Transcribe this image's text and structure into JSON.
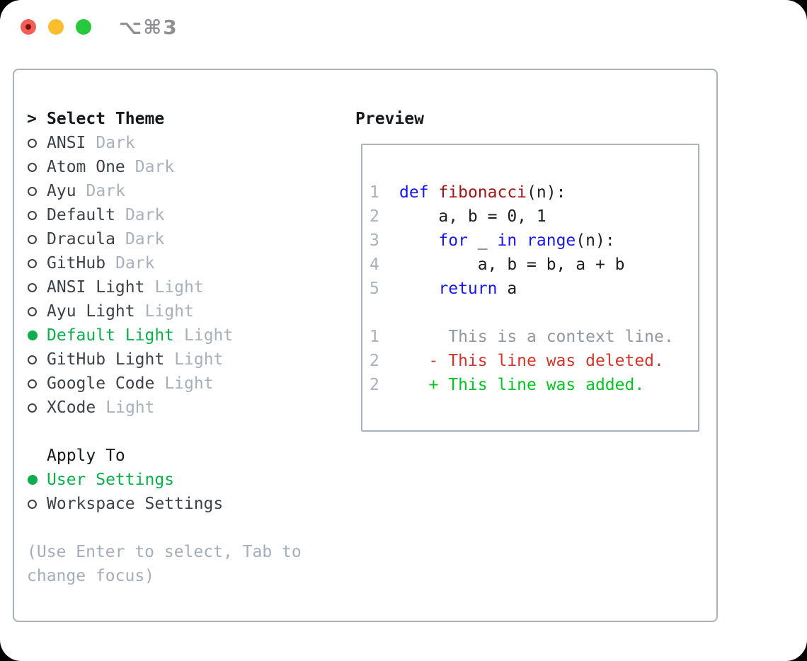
{
  "window": {
    "title": "⌥⌘3",
    "traffic_lights": [
      "close",
      "minimize",
      "zoom"
    ]
  },
  "colors": {
    "border": "#a9b2bc",
    "header-text": "#15181c",
    "item-text": "#3c4249",
    "muted": "#a7b0bb",
    "hint": "#a4adb8",
    "selected-green": "#0cae4c",
    "kw": "#1717f0",
    "fn": "#a31515",
    "code": "#1a1c20",
    "context": "#8f98a2",
    "deleted": "#d1352b",
    "added": "#05c423",
    "light-red": "#f05f57",
    "light-red-dot": "#820b05",
    "light-yellow": "#f9bd2d",
    "light-green": "#28c83e",
    "title-gray": "#8e9094"
  },
  "theme_selector": {
    "header_marker": ">",
    "header_label": "Select Theme",
    "items": [
      {
        "name": "ANSI",
        "variant": "Dark",
        "selected": false
      },
      {
        "name": "Atom One",
        "variant": "Dark",
        "selected": false
      },
      {
        "name": "Ayu",
        "variant": "Dark",
        "selected": false
      },
      {
        "name": "Default",
        "variant": "Dark",
        "selected": false
      },
      {
        "name": "Dracula",
        "variant": "Dark",
        "selected": false
      },
      {
        "name": "GitHub",
        "variant": "Dark",
        "selected": false
      },
      {
        "name": "ANSI Light",
        "variant": "Light",
        "selected": false
      },
      {
        "name": "Ayu Light",
        "variant": "Light",
        "selected": false
      },
      {
        "name": "Default Light",
        "variant": "Light",
        "selected": true
      },
      {
        "name": "GitHub Light",
        "variant": "Light",
        "selected": false
      },
      {
        "name": "Google Code",
        "variant": "Light",
        "selected": false
      },
      {
        "name": "XCode",
        "variant": "Light",
        "selected": false
      }
    ],
    "apply_to": {
      "label": "Apply To",
      "options": [
        {
          "name": "User Settings",
          "selected": true
        },
        {
          "name": "Workspace Settings",
          "selected": false
        }
      ]
    },
    "hint_lines": [
      "(Use Enter to select, Tab to",
      "change focus)"
    ]
  },
  "preview": {
    "label": "Preview",
    "code_lines": [
      {
        "num": "1",
        "tokens": [
          {
            "t": "def",
            "c": "kw"
          },
          {
            "t": " ",
            "c": "pl"
          },
          {
            "t": "fibonacci",
            "c": "fn"
          },
          {
            "t": "(n):",
            "c": "pl"
          }
        ]
      },
      {
        "num": "2",
        "tokens": [
          {
            "t": "    a, b = 0, 1",
            "c": "pl"
          }
        ]
      },
      {
        "num": "3",
        "tokens": [
          {
            "t": "    ",
            "c": "pl"
          },
          {
            "t": "for",
            "c": "kw"
          },
          {
            "t": " _ ",
            "c": "pl"
          },
          {
            "t": "in",
            "c": "kw"
          },
          {
            "t": " ",
            "c": "pl"
          },
          {
            "t": "range",
            "c": "kw"
          },
          {
            "t": "(n):",
            "c": "pl"
          }
        ]
      },
      {
        "num": "4",
        "tokens": [
          {
            "t": "        a, b = b, a + b",
            "c": "pl"
          }
        ]
      },
      {
        "num": "5",
        "tokens": [
          {
            "t": "    ",
            "c": "pl"
          },
          {
            "t": "return",
            "c": "kw"
          },
          {
            "t": " a",
            "c": "pl"
          }
        ]
      }
    ],
    "diff_lines": [
      {
        "num": "1",
        "text": "     This is a context line.",
        "kind": "context"
      },
      {
        "num": "2",
        "text": "   - This line was deleted.",
        "kind": "deleted"
      },
      {
        "num": "2",
        "text": "   + This line was added.",
        "kind": "added"
      }
    ]
  }
}
